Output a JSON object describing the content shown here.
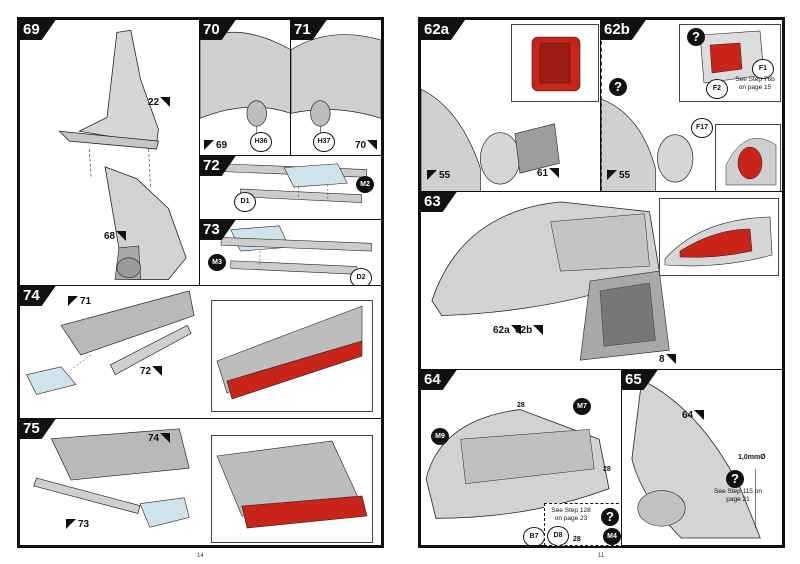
{
  "left_page": {
    "page_number": "14",
    "steps": {
      "s69": {
        "number": "69",
        "parts": {
          "fin": "22",
          "fuselage": "68"
        }
      },
      "s70": {
        "number": "70",
        "parts": {
          "gear": "H36",
          "ref": "69"
        }
      },
      "s71": {
        "number": "71",
        "parts": {
          "gear": "H37",
          "ref": "70"
        }
      },
      "s72": {
        "number": "72",
        "parts": {
          "a": "D1",
          "b": "M2"
        }
      },
      "s73": {
        "number": "73",
        "parts": {
          "a": "M3",
          "b": "D2"
        }
      },
      "s74": {
        "number": "74",
        "parts": {
          "wing": "71",
          "flap": "72"
        }
      },
      "s75": {
        "number": "75",
        "parts": {
          "wing": "74",
          "flap": "73"
        }
      }
    }
  },
  "right_page": {
    "page_number": "11",
    "steps": {
      "s62a": {
        "number": "62a",
        "parts": {
          "a": "55",
          "b": "61"
        }
      },
      "s62b": {
        "number": "62b",
        "parts": {
          "a": "55",
          "b": "F17",
          "c": "F1",
          "d": "F2"
        },
        "note": "See Step 76b on page 15"
      },
      "s63": {
        "number": "63",
        "parts": {
          "a": "62a",
          "b": "62b",
          "c": "8"
        }
      },
      "s64": {
        "number": "64",
        "parts": {
          "a": "M9",
          "b": "28",
          "c": "M7",
          "d": "28",
          "e": "B7",
          "f": "D8",
          "g": "28",
          "h": "M4"
        },
        "note": "See Step 128 on page 23"
      },
      "s65": {
        "number": "65",
        "parts": {
          "a": "64"
        },
        "drill": "1,0mmØ",
        "note": "See Step 115 on page 21"
      }
    }
  },
  "colors": {
    "accent": "#c8241a",
    "grey": "#b8b8b8",
    "clear": "#cfe3ea",
    "ink": "#111111"
  }
}
